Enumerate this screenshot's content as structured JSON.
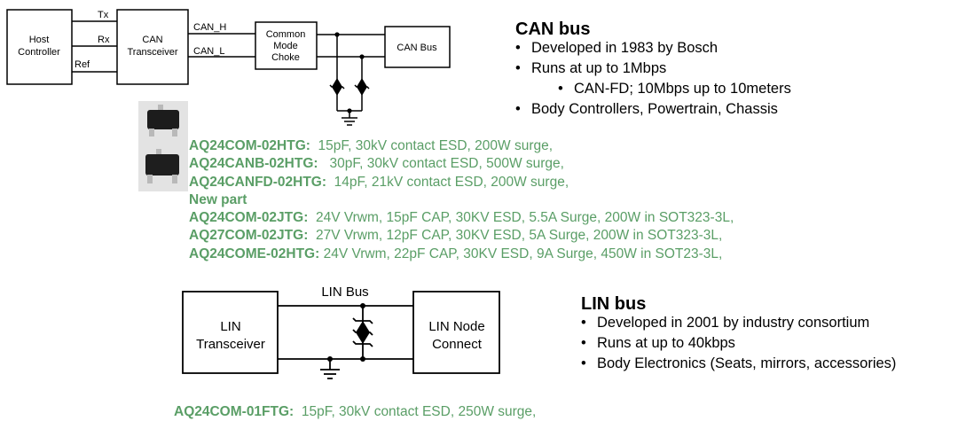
{
  "can_diagram": {
    "host_controller": [
      "Host",
      "Controller"
    ],
    "transceiver": [
      "CAN",
      "Transceiver"
    ],
    "signals": {
      "tx": "Tx",
      "rx": "Rx",
      "ref": "Ref"
    },
    "can_h": "CAN_H",
    "can_l": "CAN_L",
    "choke": [
      "Common",
      "Mode",
      "Choke"
    ],
    "bus": "CAN Bus"
  },
  "can_info": {
    "title": "CAN bus",
    "bullets": [
      {
        "text": "Developed in 1983 by Bosch",
        "level": 1
      },
      {
        "text": "Runs at up to 1Mbps",
        "level": 1
      },
      {
        "text": "CAN-FD; 10Mbps up to 10meters",
        "level": 2
      },
      {
        "text": "Body Controllers, Powertrain, Chassis",
        "level": 1
      }
    ]
  },
  "can_parts": [
    {
      "part": "AQ24COM-02HTG:",
      "spec": "  15pF, 30kV contact ESD, 200W surge,"
    },
    {
      "part": "AQ24CANB-02HTG:",
      "spec": "   30pF, 30kV contact ESD, 500W surge,"
    },
    {
      "part": "AQ24CANFD-02HTG:",
      "spec": "  14pF, 21kV contact ESD, 200W surge,"
    },
    {
      "part": "New part",
      "spec": ""
    },
    {
      "part": "AQ24COM-02JTG:",
      "spec": "  24V Vrwm, 15pF CAP, 30KV ESD, 5.5A Surge, 200W in SOT323-3L,"
    },
    {
      "part": "AQ27COM-02JTG:",
      "spec": "  27V Vrwm, 12pF CAP, 30KV ESD, 5A Surge, 200W in SOT323-3L,"
    },
    {
      "part": "AQ24COME-02HTG:",
      "spec": " 24V Vrwm, 22pF CAP, 30KV ESD, 9A Surge, 450W in SOT23-3L,"
    }
  ],
  "lin_diagram": {
    "bus_label": "LIN Bus",
    "transceiver": [
      "LIN",
      "Transceiver"
    ],
    "node": [
      "LIN Node",
      "Connect"
    ]
  },
  "lin_info": {
    "title": "LIN bus",
    "bullets": [
      {
        "text": "Developed in 2001 by industry consortium",
        "level": 1
      },
      {
        "text": "Runs at up to 40kbps",
        "level": 1
      },
      {
        "text": "Body Electronics (Seats, mirrors, accessories)",
        "level": 1
      }
    ]
  },
  "lin_part": {
    "part": "AQ24COM-01FTG:",
    "spec": "  15pF, 30kV contact ESD, 250W surge,"
  },
  "colors": {
    "part_text": "#5a9e66",
    "line": "#000000"
  }
}
